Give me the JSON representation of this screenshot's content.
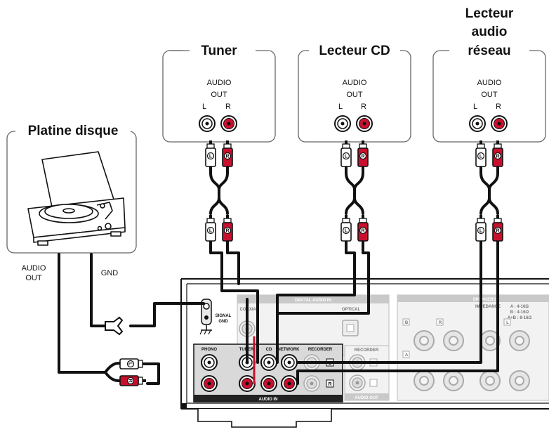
{
  "devices": {
    "platine": {
      "name": "Platine disque",
      "audio_out_line1": "AUDIO",
      "audio_out_line2": "OUT",
      "gnd": "GND"
    },
    "tuner": {
      "name": "Tuner",
      "audio": "AUDIO",
      "out": "OUT",
      "l": "L",
      "r": "R"
    },
    "cd": {
      "name": "Lecteur CD",
      "audio": "AUDIO",
      "out": "OUT",
      "l": "L",
      "r": "R"
    },
    "network": {
      "name_line1": "Lecteur",
      "name_line2": "audio",
      "name_line3": "réseau",
      "audio": "AUDIO",
      "out": "OUT",
      "l": "L",
      "r": "R"
    }
  },
  "plug_labels": {
    "left": "L",
    "right": "R"
  },
  "amplifier": {
    "signal_gnd_line1": "SIGNAL",
    "signal_gnd_line2": "GND",
    "digital_audio_in": "DIGITAL AUDIO IN",
    "coaxial": "COAXIAL",
    "optical": "OPTICAL",
    "phono": "PHONO",
    "tuner": "TUNER",
    "cd": "CD",
    "network": "NETWORK",
    "recorder": "RECORDER",
    "recorder2": "RECORDER",
    "audio_in": "AUDIO IN",
    "audio_out": "AUDIO OUT",
    "jack_l": "L",
    "jack_r": "R",
    "speakers": "SPEAKERS",
    "impedance": "IMPEDANCE",
    "imp_a": "A : 4-16Ω",
    "imp_b": "B : 4-16Ω",
    "imp_ab": "A+B : 8-16Ω",
    "spk_a": "A",
    "spk_b": "B"
  },
  "colors": {
    "red": "#c8102e",
    "black": "#111111",
    "grey": "#cfcfcf"
  }
}
